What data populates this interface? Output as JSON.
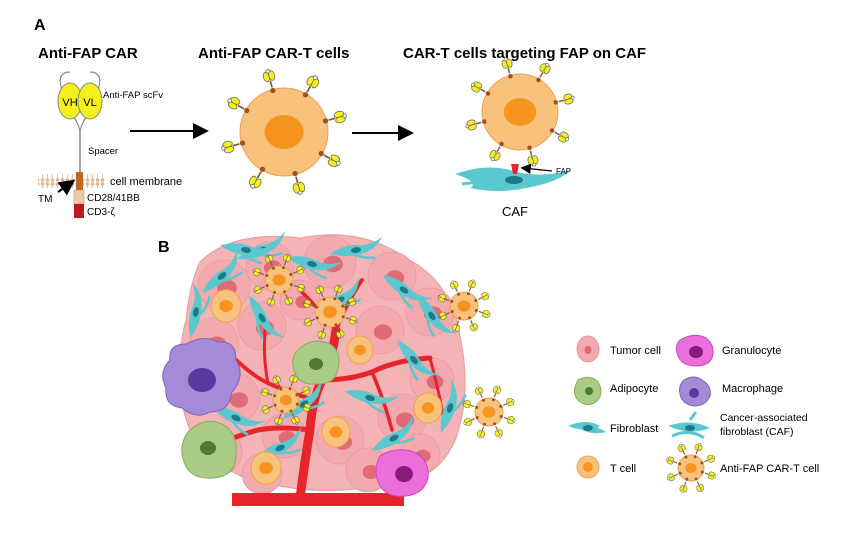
{
  "panel_a": {
    "letter": "A",
    "titles": {
      "car": "Anti-FAP CAR",
      "cart_cells": "Anti-FAP CAR-T cells",
      "targeting": "CAR-T cells targeting FAP on CAF"
    },
    "labels": {
      "vh": "VH",
      "vl": "VL",
      "scfv": "Anti-FAP scFv",
      "spacer": "Spacer",
      "cell_membrane": "cell membrane",
      "tm": "TM",
      "costim": "CD28/41BB",
      "cd3": "CD3-ζ",
      "fap": "FAP",
      "caf": "CAF"
    }
  },
  "panel_b": {
    "letter": "B",
    "legend": [
      {
        "key": "tumor",
        "label": "Tumor cell"
      },
      {
        "key": "granulocyte",
        "label": "Granulocyte"
      },
      {
        "key": "adipocyte",
        "label": "Adipocyte"
      },
      {
        "key": "macrophage",
        "label": "Macrophage"
      },
      {
        "key": "fibroblast",
        "label": "Fibroblast"
      },
      {
        "key": "caf",
        "label_line1": "Cancer-associated",
        "label_line2": "fibroblast (CAF)"
      },
      {
        "key": "tcell",
        "label": "T cell"
      },
      {
        "key": "cart",
        "label": "Anti-FAP CAR-T cell"
      }
    ]
  },
  "colors": {
    "tumor": "#f3a9ad",
    "tumor_nucleus": "#e06b74",
    "tcell": "#f9c27c",
    "tcell_nucleus": "#f7941d",
    "fibroblast": "#5bc8cf",
    "fibroblast_nucleus": "#1d7a86",
    "adipocyte": "#a9cd85",
    "adipocyte_nucleus": "#4e7d2b",
    "macrophage": "#a58ad8",
    "macrophage_nucleus": "#5a3aa0",
    "granulocyte": "#ea6fda",
    "granulocyte_nucleus": "#8a1a78",
    "vessel": "#e8242b",
    "scfv": "#f5ef1b",
    "membrane": "#e0b48e"
  }
}
